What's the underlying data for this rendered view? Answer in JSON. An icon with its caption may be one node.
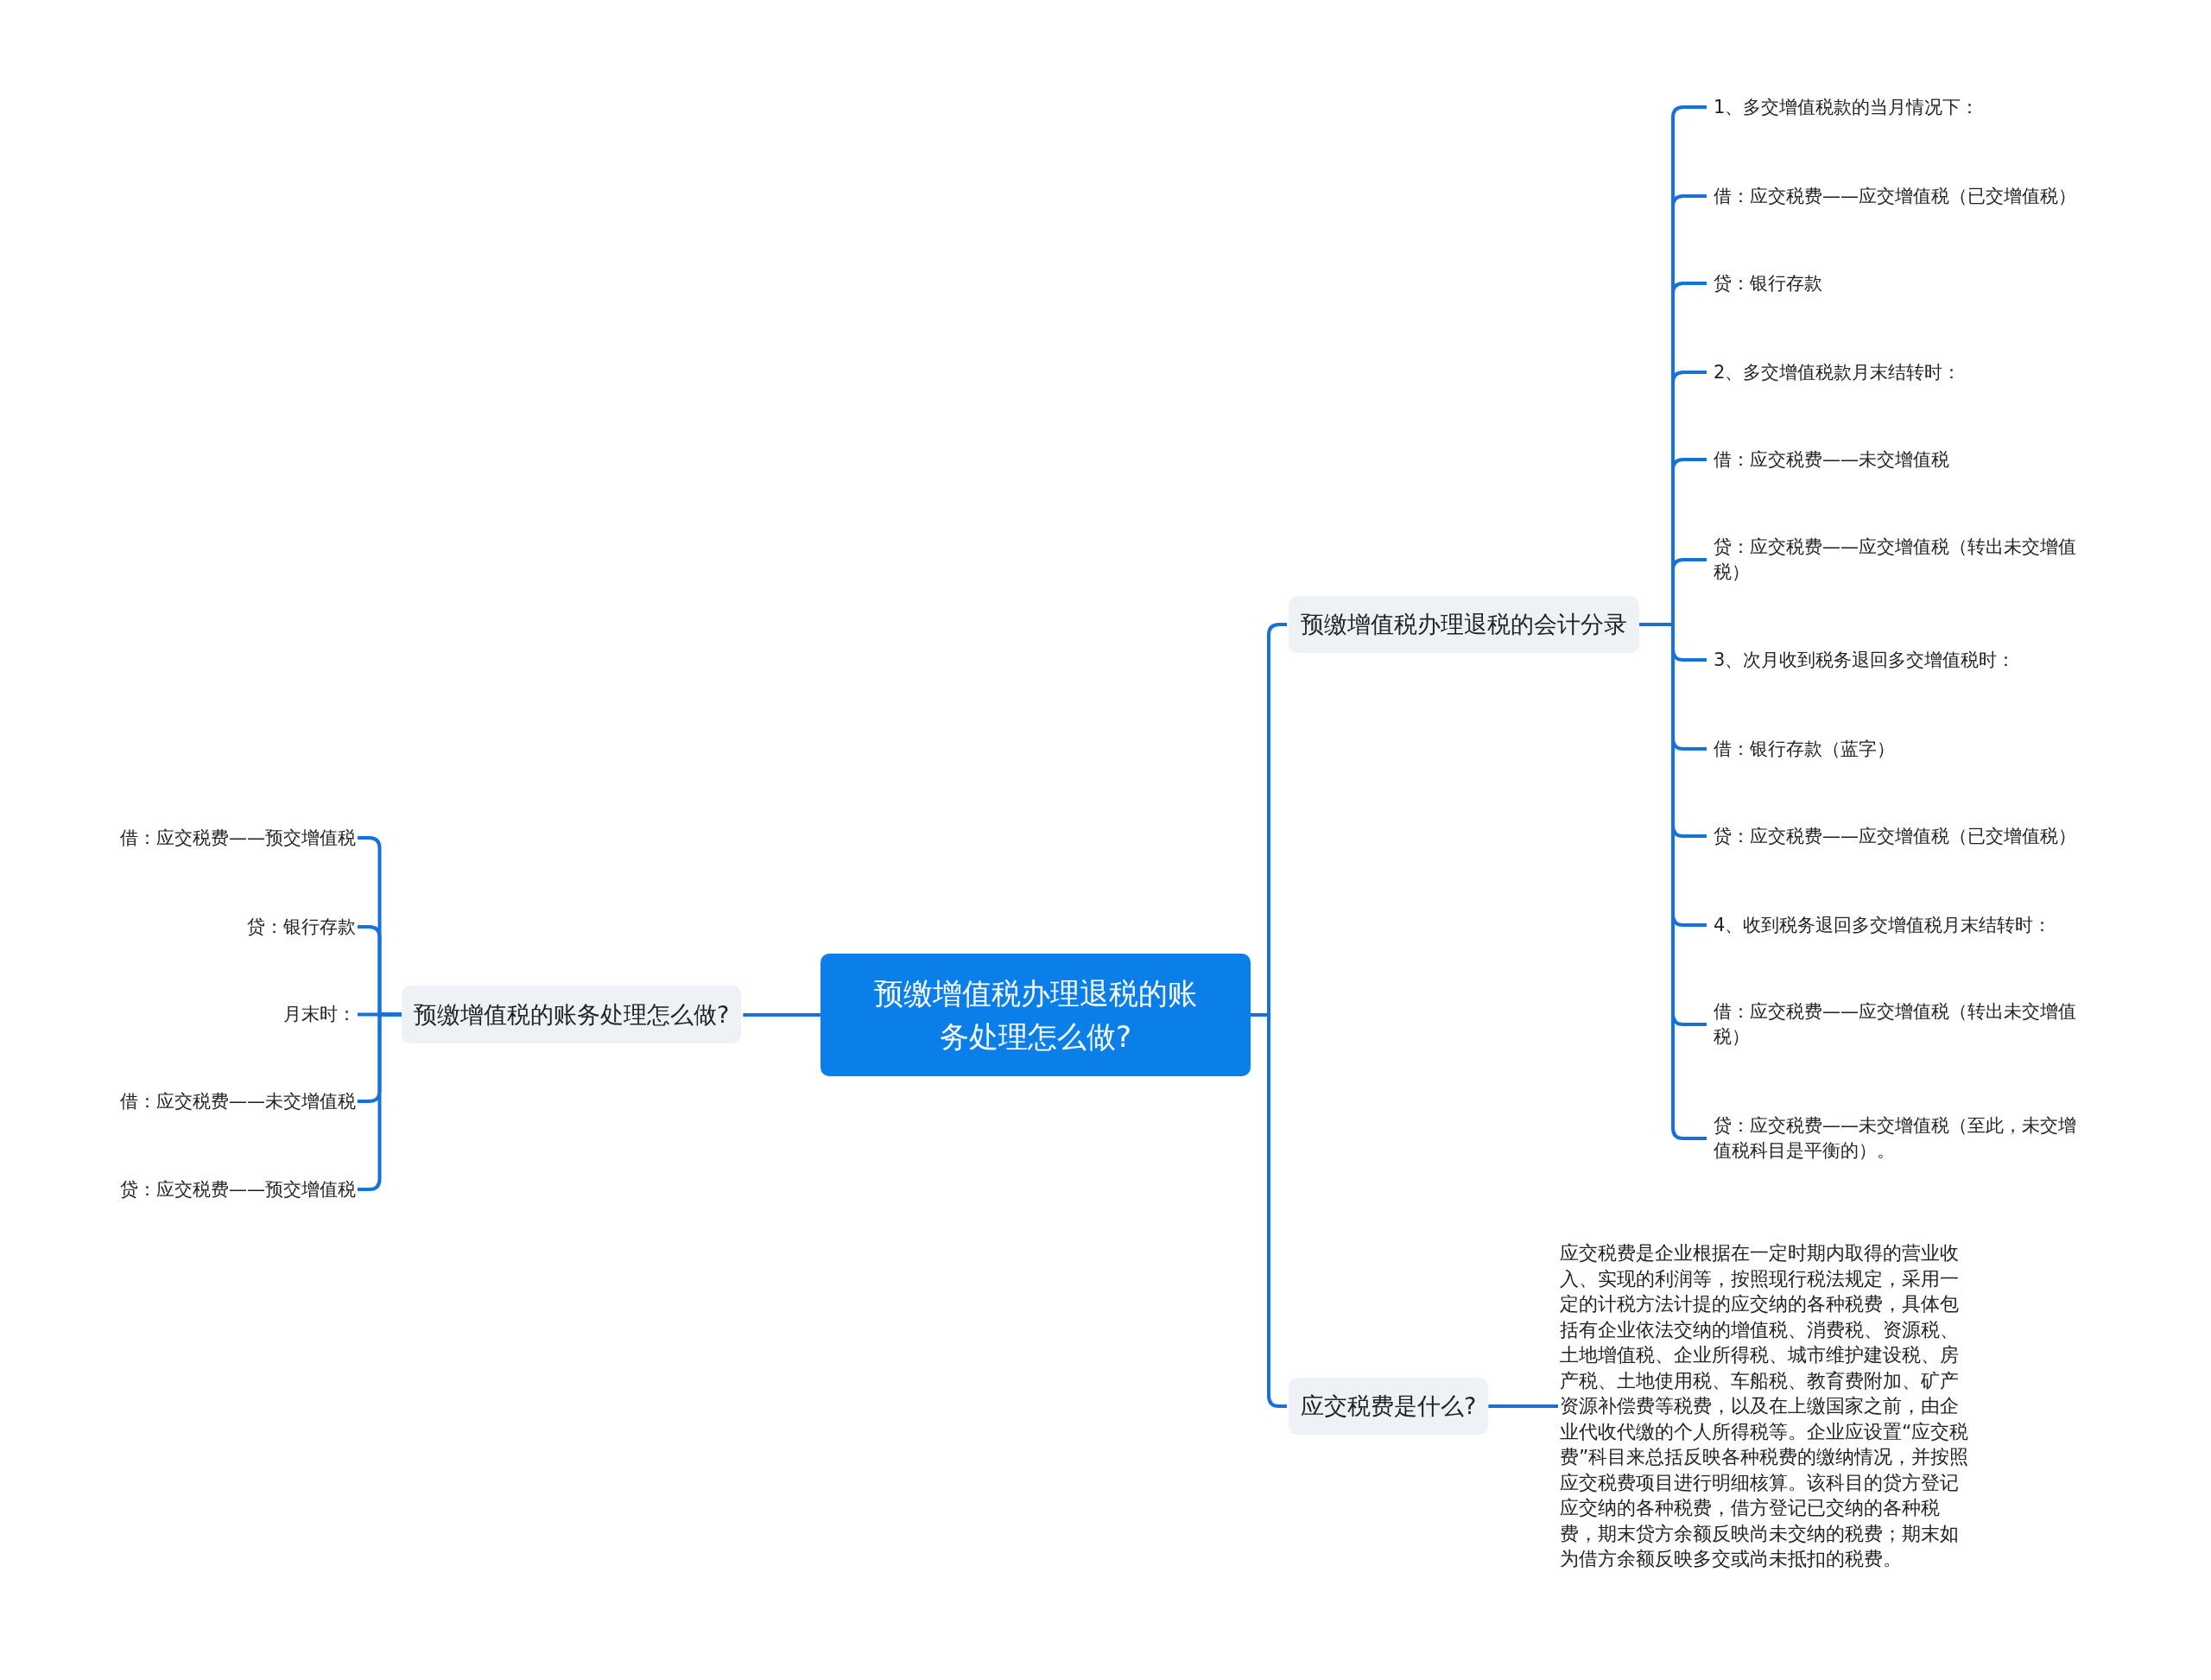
{
  "diagram": {
    "nodes": [
      {
        "text": [
          "预缴增值税办理退税的账务处理怎么做?"
        ]
      },
      {
        "text": [
          "预缴增值税办理退税的会计分录"
        ]
      },
      {
        "text": [
          "1、多交增值税款的当月情况下："
        ]
      },
      {
        "text": [
          "借：应交税费——应交增值税（已交增值税）"
        ]
      },
      {
        "text": [
          "贷：银行存款"
        ]
      },
      {
        "text": [
          "2、多交增值税款月末结转时："
        ]
      },
      {
        "text": [
          "借：应交税费——未交增值税"
        ]
      },
      {
        "text": [
          "贷：应交税费——应交增值税（转出未交增值税）"
        ]
      },
      {
        "text": [
          "3、次月收到税务退回多交增值税时："
        ]
      },
      {
        "text": [
          "借：银行存款（蓝字）"
        ]
      },
      {
        "text": [
          "贷：应交税费——应交增值税（已交增值税）"
        ]
      },
      {
        "text": [
          "4、收到税务退回多交增值税月末结转时："
        ]
      },
      {
        "text": [
          "借：应交税费——应交增值税（转出未交增值税）"
        ]
      },
      {
        "text": [
          "贷：应交税费——未交增值税（至此，未交增值税科目是平衡的）。"
        ]
      },
      {
        "text": [
          "应交税费是什么?"
        ]
      },
      {
        "text": [
          "应交税费是企业根据在一定时期内取得的营业收入、实现的利润等，按照现行税法规定，采用一定的计税方法计提的应交纳的各种税费，具体包括有企业依法交纳的增值税、消费税、资源税、土地增值税、企业所得税、城市维护建设税、房产税、土地使用税、车船税、教育费附加、矿产资源补偿费等税费，以及在上缴国家之前，由企业代收代缴的个人所得税等。企业应设置“应交税费”科目来总括反映各种税费的缴纳情况，并按照应交税费项目进行明细核算。该科目的贷方登记应交纳的各种税费，借方登记已交纳的各种税费，期末贷方余额反映尚未交纳的税费；期末如为借方余额反映多交或尚未抵扣的税费。"
        ]
      },
      {
        "text": [
          "预缴增值税的账务处理怎么做?"
        ]
      },
      {
        "text": [
          "借：应交税费——预交增值税"
        ]
      },
      {
        "text": [
          "贷：银行存款"
        ]
      },
      {
        "text": [
          "月末时："
        ]
      },
      {
        "text": [
          "借：应交税费——未交增值税"
        ]
      },
      {
        "text": [
          "贷：应交税费——预交增值税"
        ]
      }
    ],
    "edges": [
      {
        "from": 0,
        "to": 1,
        "arrow": "none"
      },
      {
        "from": 1,
        "to": 2,
        "arrow": "none"
      },
      {
        "from": 1,
        "to": 3,
        "arrow": "none"
      },
      {
        "from": 1,
        "to": 4,
        "arrow": "none"
      },
      {
        "from": 1,
        "to": 5,
        "arrow": "none"
      },
      {
        "from": 1,
        "to": 6,
        "arrow": "none"
      },
      {
        "from": 1,
        "to": 7,
        "arrow": "none"
      },
      {
        "from": 1,
        "to": 8,
        "arrow": "none"
      },
      {
        "from": 1,
        "to": 9,
        "arrow": "none"
      },
      {
        "from": 1,
        "to": 10,
        "arrow": "none"
      },
      {
        "from": 1,
        "to": 11,
        "arrow": "none"
      },
      {
        "from": 1,
        "to": 12,
        "arrow": "none"
      },
      {
        "from": 1,
        "to": 13,
        "arrow": "none"
      },
      {
        "from": 0,
        "to": 14,
        "arrow": "none"
      },
      {
        "from": 14,
        "to": 15,
        "arrow": "none"
      },
      {
        "from": 0,
        "to": 16,
        "arrow": "none"
      },
      {
        "from": 16,
        "to": 17,
        "arrow": "none"
      },
      {
        "from": 16,
        "to": 18,
        "arrow": "none"
      },
      {
        "from": 16,
        "to": 19,
        "arrow": "none"
      },
      {
        "from": 16,
        "to": 20,
        "arrow": "none"
      },
      {
        "from": 16,
        "to": 21,
        "arrow": "none"
      }
    ]
  }
}
